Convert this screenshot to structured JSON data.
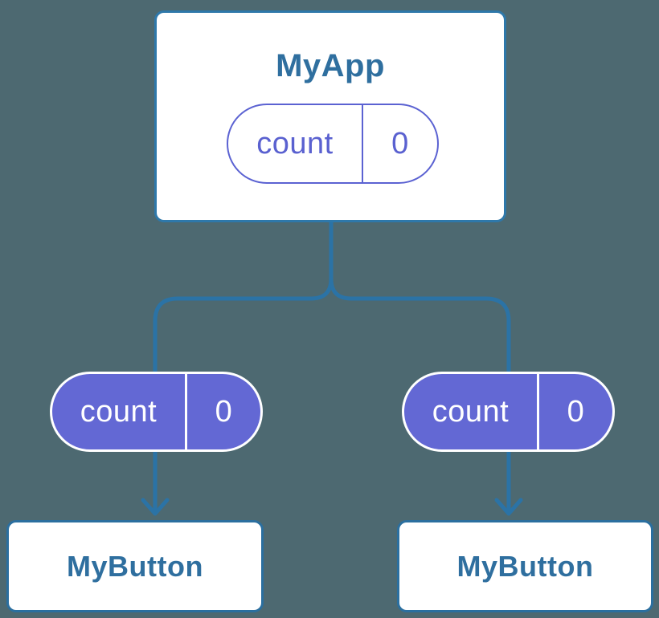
{
  "diagram": {
    "description": "Component tree diagram: parent MyApp holds state count=0 and passes count prop to two MyButton children",
    "colors": {
      "background": "#4D6971",
      "connector_blue": "#2B73A6",
      "card_border_blue": "#2E78AA",
      "node_title_blue": "#2F6F9F",
      "pill_purple_fill": "#6368D4",
      "pill_purple_outline": "#5B62D2",
      "pill_light_text": "#FFFFFF"
    },
    "root": {
      "title": "MyApp",
      "state": {
        "label": "count",
        "value": "0"
      }
    },
    "children": [
      {
        "title": "MyButton",
        "prop": {
          "label": "count",
          "value": "0"
        }
      },
      {
        "title": "MyButton",
        "prop": {
          "label": "count",
          "value": "0"
        }
      }
    ]
  }
}
